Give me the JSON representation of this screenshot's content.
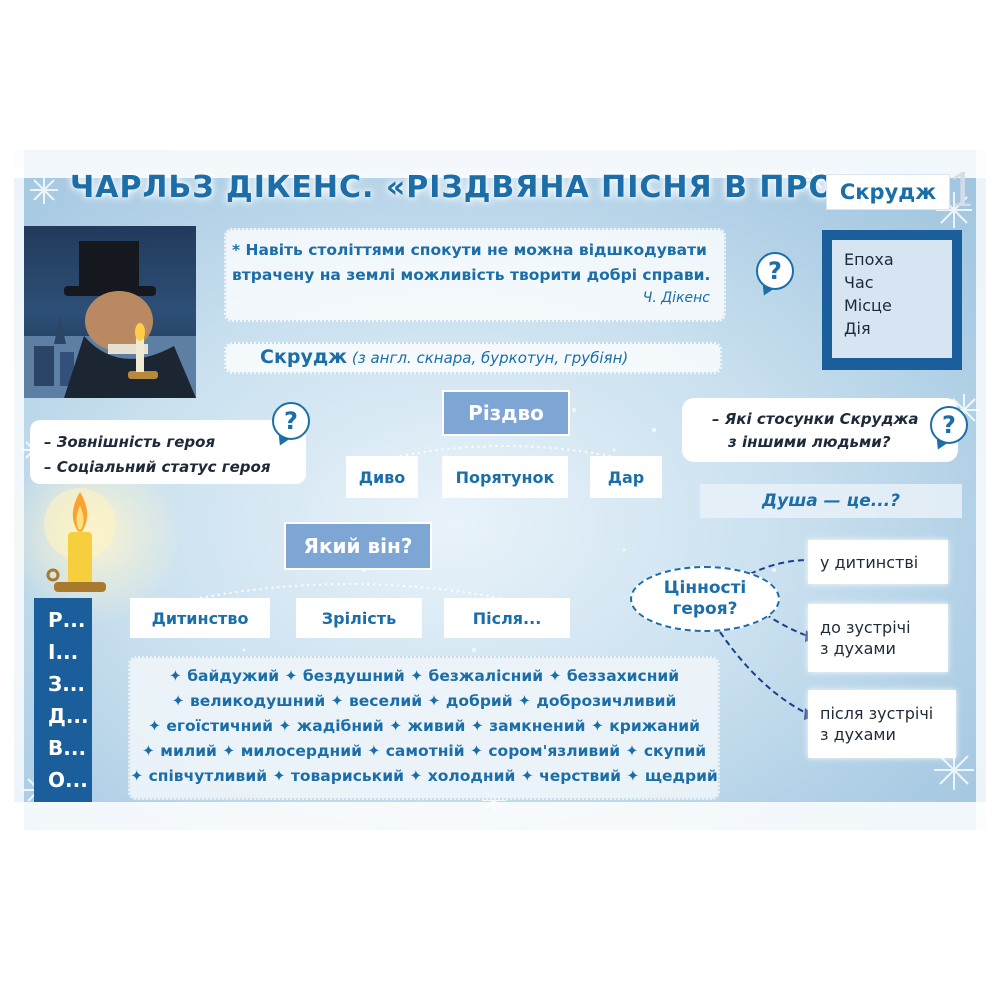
{
  "header": {
    "title": "ЧАРЛЬЗ ДІКЕНС. «РІЗДВЯНА ПІСНЯ В ПРОЗІ»",
    "tag": "Скрудж",
    "page_number": "1"
  },
  "quote": {
    "text": "* Навіть століттями спокути не можна відшкодувати втрачену на землі можливість творити добрі справи.",
    "author": "Ч. Дікенс"
  },
  "scrooge": {
    "name": "Скрудж",
    "meaning": "(з англ. скнара, буркотун, грубіян)"
  },
  "question_mark": "?",
  "epoch_list": [
    "Епоха",
    "Час",
    "Місце",
    "Дія"
  ],
  "left_questions": [
    "– Зовнішність героя",
    "– Соціальний статус героя"
  ],
  "right_question": {
    "line1": "– Які стосунки Скруджа",
    "line2": "з іншими людьми?"
  },
  "christmas": {
    "label": "Різдво",
    "items": [
      "Диво",
      "Порятунок",
      "Дар"
    ]
  },
  "soul": "Душа — це...?",
  "what_is_he": {
    "label": "Який він?",
    "items": [
      "Дитинство",
      "Зрілість",
      "Після..."
    ]
  },
  "acrostic": [
    "Р...",
    "І...",
    "З...",
    "Д...",
    "В...",
    "О..."
  ],
  "adjectives_lines": [
    "✦ байдужий ✦ бездушний ✦ безжалісний ✦ беззахисний",
    "✦ великодушний ✦ веселий ✦ добрий ✦ доброзичливий",
    "✦ егоїстичний ✦ жадібний ✦ живий ✦ замкнений ✦ крижаний",
    "✦ милий ✦ милосердний ✦ самотній ✦ сором'язливий ✦ скупий",
    "✦ співчутливий ✦ товариський ✦ холодний ✦ черствий ✦ щедрий"
  ],
  "values": {
    "label_line1": "Цінності",
    "label_line2": "героя?",
    "stages": [
      {
        "line1": "у дитинстві",
        "line2": ""
      },
      {
        "line1": "до зустрічі",
        "line2": "з духами"
      },
      {
        "line1": "після зустрічі",
        "line2": "з духами"
      }
    ]
  },
  "colors": {
    "primary_blue": "#1b6ea8",
    "dark_blue": "#1a5e9c",
    "chip_blue": "#7ea6d4",
    "background_blue": "#c9e0ef"
  }
}
